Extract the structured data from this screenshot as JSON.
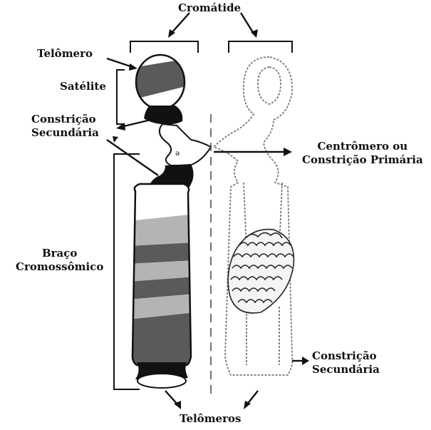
{
  "labels": {
    "cromatide": "Cromátide",
    "telomero": "Telômero",
    "satelite": "Satélite",
    "constricao_sec_top": [
      "Constrição",
      "Secundária"
    ],
    "centromero": [
      "Centrômero ou",
      "Constrição Primária"
    ],
    "braco": [
      "Braço",
      "Cromossômico"
    ],
    "constricao_sec_bottom": [
      "Constrição",
      "Secundária"
    ],
    "telomeros": "Telômeros"
  },
  "colors": {
    "ink": "#111111",
    "band_dark": "#5a5a5a",
    "band_light": "#b4b4b4",
    "background": "#ffffff"
  }
}
